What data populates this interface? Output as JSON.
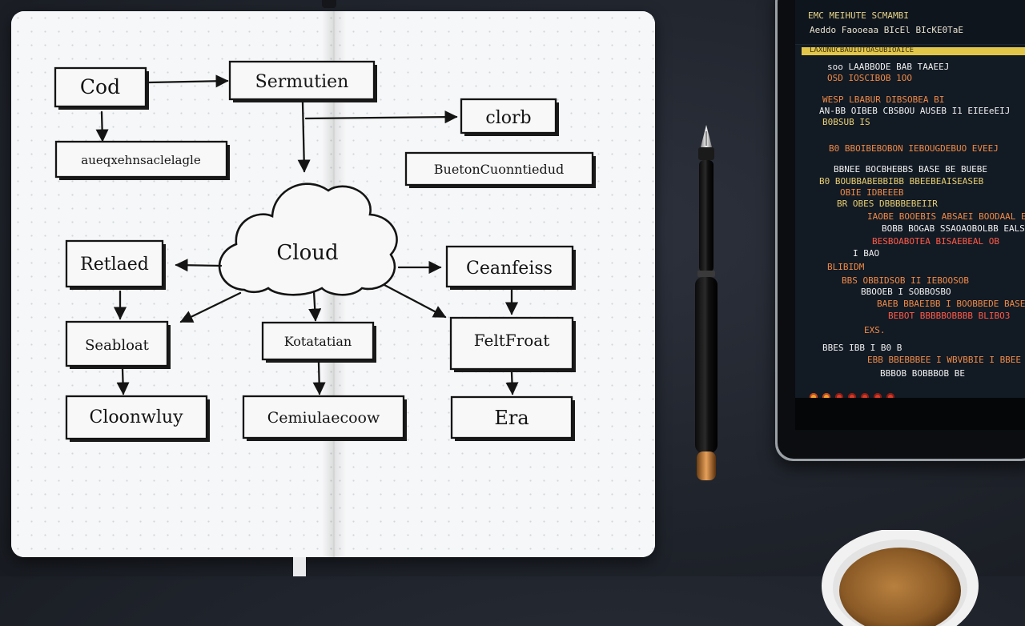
{
  "diagram": {
    "nodes": {
      "cod": "Cod",
      "sermutien": "Sermutien",
      "clorb": "clorb",
      "wide_left": "aueqxehnsaclelagle",
      "burton": "BuetonCuonntiedud",
      "cloud": "Cloud",
      "retlaed": "Retlaed",
      "ceanfeiss": "Ceanfeiss",
      "seabloat": "Seabloat",
      "kotatatian": "Kotatatian",
      "feltfroat": "FeltFroat",
      "cloonwluy": "Cloonwluy",
      "cemiulaecoow": "Cemiulaecoow",
      "era": "Era"
    }
  },
  "tablet": {
    "title_line_1": "EMC  MEIHUTE  SCMAMBI",
    "title_line_2": "Aeddo  Faooeaa  BIcEl  BIcKE0TaE",
    "highlight_label": "LAXUNUCBAUIUTOASUBIOAICE",
    "code": [
      {
        "text": "soo  LAABBODE  BAB  TAAEEJ",
        "tone": "c-white"
      },
      {
        "text": "OSD  IOSCIBOB  1OO",
        "tone": "c-orange"
      },
      {
        "text": "WESP  LBABUR  DIBSOBEA  BI",
        "tone": "c-orange"
      },
      {
        "text": "AN-BB  OIBEB  CBSBOU  AUSEB  I1  EIEEeEIJ",
        "tone": "c-white"
      },
      {
        "text": "B0BSUB  IS",
        "tone": "c-yellow"
      },
      {
        "text": "B0  BBOIBEBOBON  IEBOUGDEBUO  EVEEJ",
        "tone": "c-orange"
      },
      {
        "text": "BBNEE  BOCBHEBBS  BASE  BE  BUEBE",
        "tone": "c-white"
      },
      {
        "text": "B0  BOUBBABEBBIBB  BBEEBEAISEASEB",
        "tone": "c-yellow"
      },
      {
        "text": "OBIE  IDBEEEB",
        "tone": "c-orange"
      },
      {
        "text": "BR  OBES  DBBBBEBEIIR",
        "tone": "c-yellow"
      },
      {
        "text": "IAOBE  BOOEBIS  ABSAEI  BOODAAL  EIB",
        "tone": "c-orange"
      },
      {
        "text": "BOBB  BOGAB  SSAOAOBOLBB  EALSASBE  I  EIEE",
        "tone": "c-white"
      },
      {
        "text": "BESBOABOTEA  BISAEBEAL  OB",
        "tone": "c-red"
      },
      {
        "text": "I  BAO",
        "tone": "c-white"
      },
      {
        "text": "BLIBIDM",
        "tone": "c-orange"
      },
      {
        "text": "BBS  OBBIDSOB  II  IEBOOSOB",
        "tone": "c-orange"
      },
      {
        "text": "BBOOEB  I  SOBBOSBO",
        "tone": "c-white"
      },
      {
        "text": "BAEB  BBAEIBB  I  BOOBBEDE  BASE",
        "tone": "c-orange"
      },
      {
        "text": "BEBOT  BBBBBOBBBB  BLIBO3",
        "tone": "c-red"
      },
      {
        "text": "EXS.",
        "tone": "c-orange"
      },
      {
        "text": "BBES  IBB  I  B0  B",
        "tone": "c-white"
      },
      {
        "text": "EBB  BBEBBBEE  I  WBVBBIE  I  BBEE",
        "tone": "c-orange"
      },
      {
        "text": "BBBOB  BOBBBOB  BE",
        "tone": "c-white"
      }
    ]
  }
}
